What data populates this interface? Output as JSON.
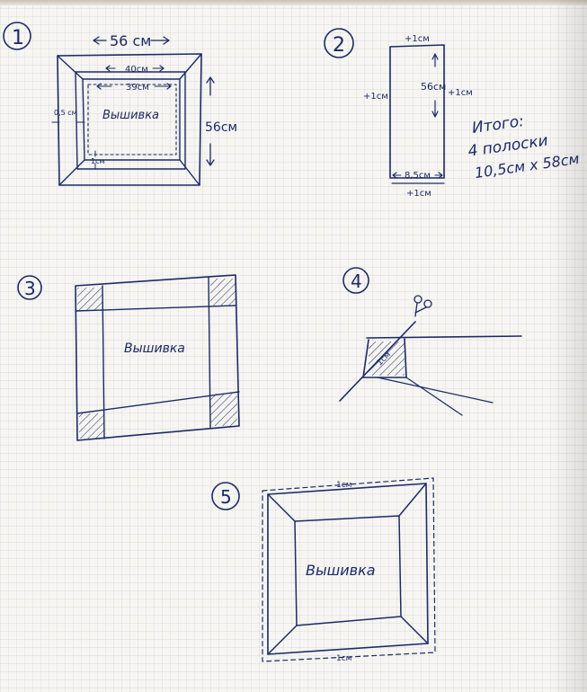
{
  "step_numbers": [
    "1",
    "2",
    "3",
    "4",
    "5"
  ],
  "sketch1": {
    "outer_width": "56 см",
    "outer_height": "56см",
    "inner_width": "40см",
    "embroidery_width": "39см",
    "side_margin": "0,5 см",
    "bottom_margin": "1см",
    "embroidery_label": "Вышивка"
  },
  "sketch2": {
    "top_allowance": "+1см",
    "left_allowance": "+1см",
    "right_allowance": "+1см",
    "length": "56см",
    "width": "8,5см",
    "bottom_allowance": "+1см",
    "total_line1": "Итого:",
    "total_line2": "4 полоски",
    "total_line3": "10,5см х 58см"
  },
  "sketch3": {
    "embroidery_label": "Вышивка"
  },
  "sketch4": {
    "seam_label": "1см"
  },
  "sketch5": {
    "top_allowance": "1см",
    "bottom_allowance": "1см",
    "embroidery_label": "Вышивка"
  },
  "colors": {
    "ink": "#1d2a66",
    "paper": "#f6f5f1",
    "grid": "#c8ccd8"
  }
}
